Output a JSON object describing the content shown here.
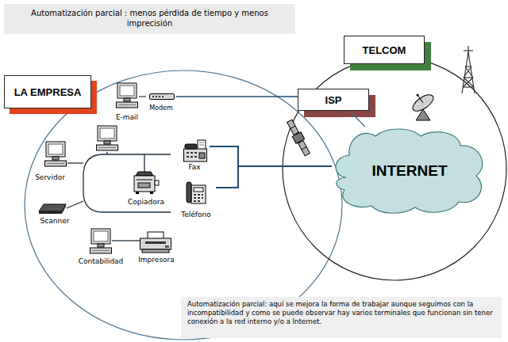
{
  "diagram": {
    "title": "Automatización parcial : menos pérdida de tiempo y menos imprecisión",
    "caption": "Automatización parcial: aquí se mejora la forma de trabajar aunque seguimos con la incompatibilidad y como se puede observar hay varios terminales que funcionan sin tener conexión a la red interno y/o a Internet.",
    "nodes": [
      {
        "text": [
          "LA EMPRESA"
        ]
      },
      {
        "text": [
          "E-mail"
        ],
        "in": 0
      },
      {
        "text": [
          "Modem"
        ],
        "in": 0
      },
      {
        "text": [
          "Servidor"
        ],
        "in": 0
      },
      {
        "text": [
          "Fax"
        ],
        "in": 0
      },
      {
        "text": [
          "Copiadora"
        ],
        "in": 0
      },
      {
        "text": [
          "Scanner"
        ],
        "in": 0
      },
      {
        "text": [
          "Teléfono"
        ],
        "in": 0
      },
      {
        "text": [
          "Contabilidad"
        ],
        "in": 0
      },
      {
        "text": [
          "Impresora"
        ],
        "in": 0
      },
      {
        "text": [
          "TELCOM"
        ]
      },
      {
        "text": [
          "ISP"
        ],
        "in": 10
      },
      {
        "text": [
          "INTERNET"
        ],
        "in": 10
      }
    ],
    "edges": [
      {
        "from": 1,
        "to": 2,
        "arrow": "none"
      },
      {
        "from": 2,
        "to": 11,
        "arrow": "none"
      },
      {
        "from": 11,
        "to": 12,
        "arrow": "none"
      },
      {
        "from": 4,
        "to": 12,
        "arrow": "none"
      },
      {
        "from": 7,
        "to": 12,
        "arrow": "none"
      },
      {
        "from": 8,
        "to": 9,
        "arrow": "none"
      }
    ]
  }
}
